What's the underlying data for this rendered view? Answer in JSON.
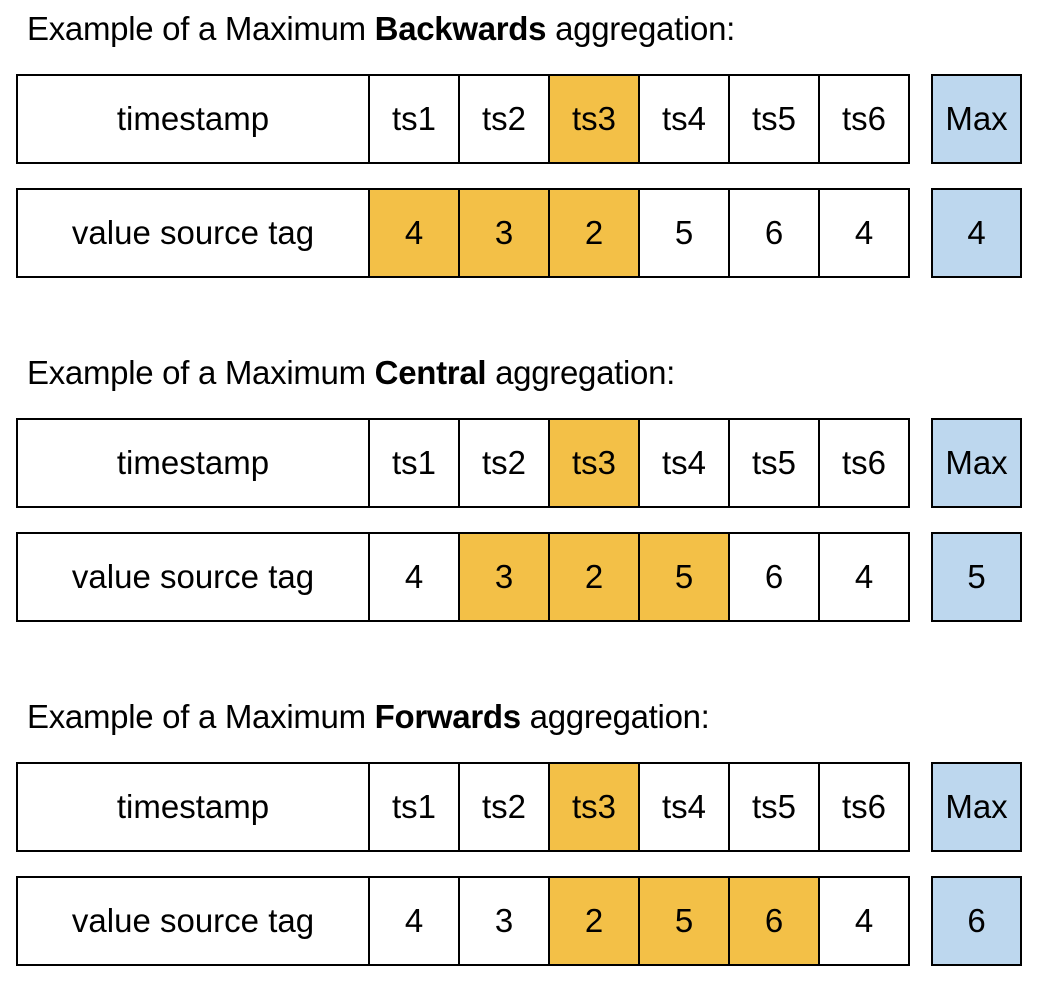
{
  "colors": {
    "highlight_gold": "#F3C047",
    "result_blue": "#BDD7EE",
    "border_black": "#000000"
  },
  "sections": [
    {
      "title_prefix": "Example of a Maximum ",
      "title_bold": "Backwards",
      "title_suffix": " aggregation:",
      "timestamp_label": "timestamp",
      "timestamps": [
        "ts1",
        "ts2",
        "ts3",
        "ts4",
        "ts5",
        "ts6"
      ],
      "highlighted_timestamp_indices": [
        2
      ],
      "value_label": "value source tag",
      "values": [
        "4",
        "3",
        "2",
        "5",
        "6",
        "4"
      ],
      "highlighted_value_indices": [
        0,
        1,
        2
      ],
      "max_header": "Max",
      "max_result": "4"
    },
    {
      "title_prefix": "Example of a Maximum ",
      "title_bold": "Central",
      "title_suffix": " aggregation:",
      "timestamp_label": "timestamp",
      "timestamps": [
        "ts1",
        "ts2",
        "ts3",
        "ts4",
        "ts5",
        "ts6"
      ],
      "highlighted_timestamp_indices": [
        2
      ],
      "value_label": "value source tag",
      "values": [
        "4",
        "3",
        "2",
        "5",
        "6",
        "4"
      ],
      "highlighted_value_indices": [
        1,
        2,
        3
      ],
      "max_header": "Max",
      "max_result": "5"
    },
    {
      "title_prefix": "Example of a Maximum ",
      "title_bold": "Forwards",
      "title_suffix": " aggregation:",
      "timestamp_label": "timestamp",
      "timestamps": [
        "ts1",
        "ts2",
        "ts3",
        "ts4",
        "ts5",
        "ts6"
      ],
      "highlighted_timestamp_indices": [
        2
      ],
      "value_label": "value source tag",
      "values": [
        "4",
        "3",
        "2",
        "5",
        "6",
        "4"
      ],
      "highlighted_value_indices": [
        2,
        3,
        4
      ],
      "max_header": "Max",
      "max_result": "6"
    }
  ]
}
